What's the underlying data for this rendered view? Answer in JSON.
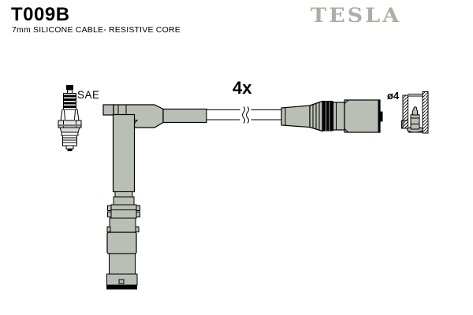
{
  "header": {
    "product_code": "T009B",
    "subtitle": "7mm SILICONE CABLE- RESISTIVE CORE",
    "brand": "TESLA"
  },
  "diagram": {
    "quantity_label": "4x",
    "spark_plug_label": "SAE",
    "terminal_diameter_label": "ø4",
    "parts": [
      "spark-plug",
      "angled-spark-plug-boot",
      "ignition-cable-with-break-marks",
      "straight-coil-connector-boot",
      "terminal-socket-cross-section"
    ]
  },
  "colors": {
    "part_fill": "#b9bfb4",
    "outline": "#000000",
    "logo": "#a9b1a3",
    "rib_highlight": "#aaaaaa"
  }
}
